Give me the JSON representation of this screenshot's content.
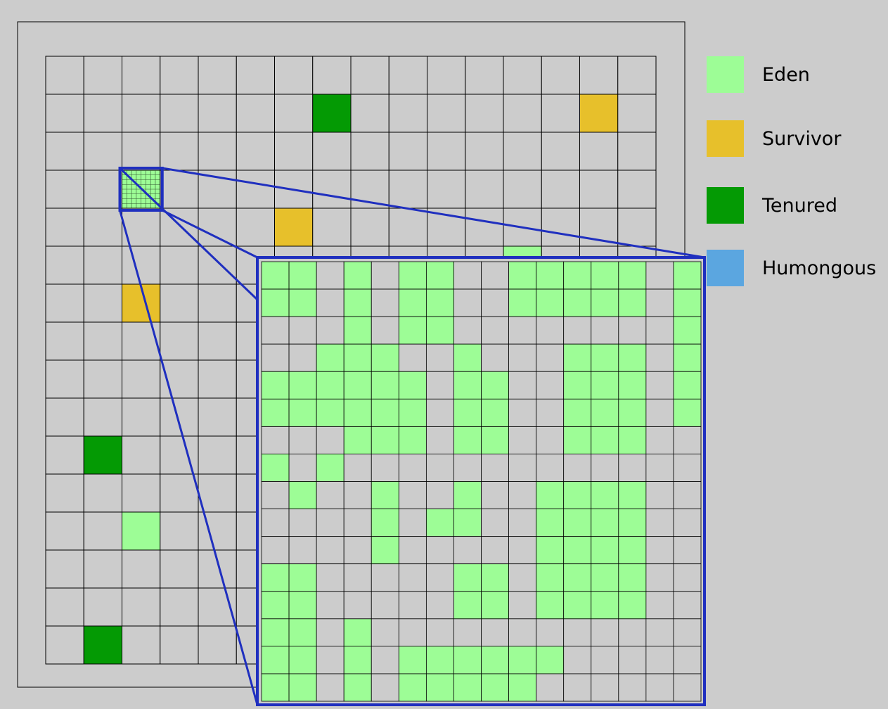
{
  "colors": {
    "background": "#cccccc",
    "grid_line": "#000000",
    "zoom_outline": "#1f2fbf",
    "eden": "#9dfd96",
    "survivor": "#e7c02b",
    "tenured": "#049a04",
    "humongous": "#5ba6e0"
  },
  "legend": [
    {
      "key": "eden",
      "label": "Eden"
    },
    {
      "key": "survivor",
      "label": "Survivor"
    },
    {
      "key": "tenured",
      "label": "Tenured"
    },
    {
      "key": "humongous",
      "label": "Humongous"
    }
  ],
  "heap_grid": {
    "rows": 16,
    "cols": 16,
    "regions": [
      {
        "row": 1,
        "col": 7,
        "type": "tenured"
      },
      {
        "row": 1,
        "col": 14,
        "type": "survivor"
      },
      {
        "row": 3,
        "col": 2,
        "type": "eden",
        "zoomed": true
      },
      {
        "row": 4,
        "col": 6,
        "type": "survivor"
      },
      {
        "row": 5,
        "col": 12,
        "type": "eden"
      },
      {
        "row": 6,
        "col": 2,
        "type": "survivor"
      },
      {
        "row": 10,
        "col": 1,
        "type": "tenured"
      },
      {
        "row": 12,
        "col": 2,
        "type": "eden"
      },
      {
        "row": 15,
        "col": 1,
        "type": "tenured"
      }
    ]
  },
  "zoom_grid": {
    "rows": 16,
    "cols": 16,
    "filled_type": "eden",
    "pattern": [
      "1101011001111101",
      "1101011001111101",
      "0001011000000001",
      "0011100100011101",
      "1111110110011101",
      "1111110110011101",
      "0001110110011100",
      "1010000000000000",
      "0100100100111100",
      "0000101100111100",
      "0000100000111100",
      "1100000110111100",
      "1100000110111100",
      "1101000000000000",
      "1101011111100000",
      "1101011111000000"
    ]
  }
}
